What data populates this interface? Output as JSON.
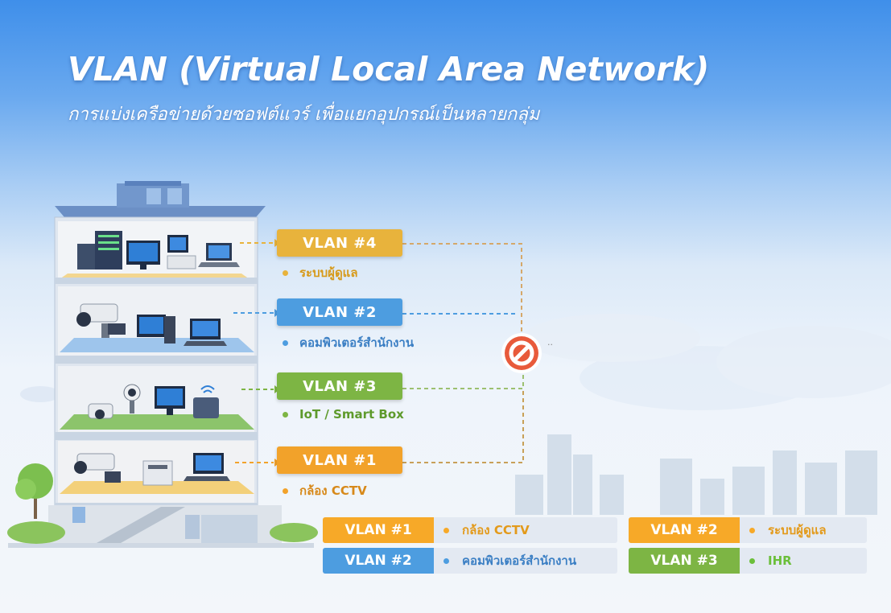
{
  "title": "VLAN (Virtual Local Area Network)",
  "subtitle": "การแบ่งเครือข่ายด้วยซอฟต์แวร์ เพื่อแยกอุปกรณ์เป็นหลายกลุ่ม",
  "floors": [
    {
      "vlan": "VLAN #4",
      "desc": "ระบบผู้ดูแล",
      "color": "#e8b33c",
      "text_color": "#d79a1a"
    },
    {
      "vlan": "VLAN #2",
      "desc": "คอมพิวเตอร์สำนักงาน",
      "color": "#4d9de0",
      "text_color": "#3b7fc4"
    },
    {
      "vlan": "VLAN #3",
      "desc": "IoT / Smart Box",
      "color": "#7db544",
      "text_color": "#5e9a2c"
    },
    {
      "vlan": "VLAN #1",
      "desc": "กล้อง CCTV",
      "color": "#f2a22a",
      "text_color": "#d7891a"
    }
  ],
  "blocked_icon": "no-entry-icon",
  "ellipsis": "··",
  "legend": [
    {
      "vlan": "VLAN #1",
      "desc": "กล้อง CCTV",
      "color": "#f7a928",
      "text_color": "#e39a1b"
    },
    {
      "vlan": "VLAN #2",
      "desc": "ระบบผู้ดูแล",
      "color": "#f7a928",
      "text_color": "#e39a1b"
    },
    {
      "vlan": "VLAN #2",
      "desc": "คอมพิวเตอร์สำนักงาน",
      "color": "#4d9de0",
      "text_color": "#3b7fc4"
    },
    {
      "vlan": "VLAN #3",
      "desc": "IHR",
      "color": "#7db544",
      "text_color": "#6bbf3a"
    }
  ]
}
